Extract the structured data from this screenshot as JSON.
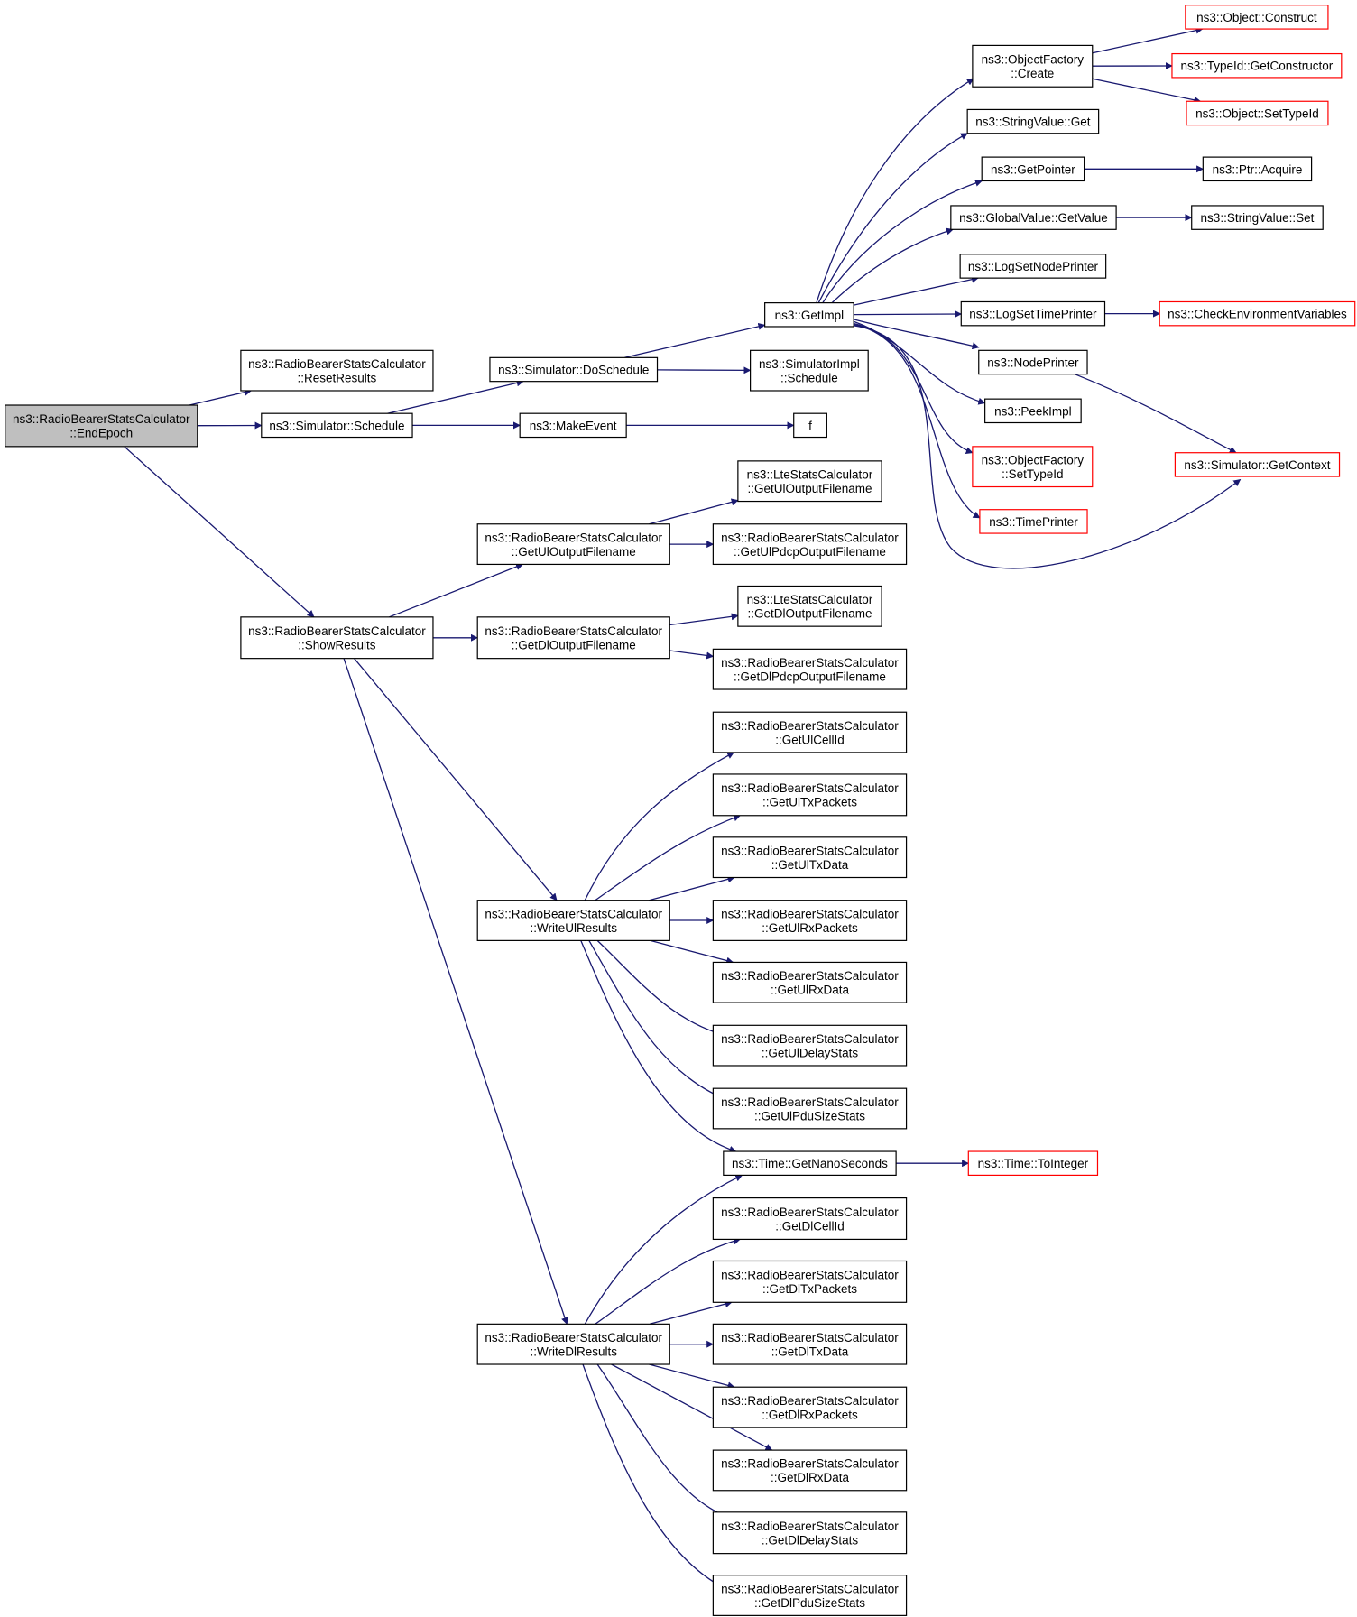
{
  "colors": {
    "edge": "#191970",
    "root_fill": "#bfbfbf",
    "truncated_border": "#ff0000",
    "normal_border": "#000000"
  },
  "nodes": [
    {
      "id": "endEpoch",
      "lines": [
        "ns3::RadioBearerStatsCalculator",
        "::EndEpoch"
      ],
      "kind": "root"
    },
    {
      "id": "resetResults",
      "lines": [
        "ns3::RadioBearerStatsCalculator",
        "::ResetResults"
      ],
      "kind": "normal"
    },
    {
      "id": "schedule",
      "lines": [
        "ns3::Simulator::Schedule"
      ],
      "kind": "normal"
    },
    {
      "id": "showResults",
      "lines": [
        "ns3::RadioBearerStatsCalculator",
        "::ShowResults"
      ],
      "kind": "normal"
    },
    {
      "id": "doSchedule",
      "lines": [
        "ns3::Simulator::DoSchedule"
      ],
      "kind": "normal"
    },
    {
      "id": "makeEvent",
      "lines": [
        "ns3::MakeEvent"
      ],
      "kind": "normal"
    },
    {
      "id": "getImpl",
      "lines": [
        "ns3::GetImpl"
      ],
      "kind": "normal"
    },
    {
      "id": "simImplSchedule",
      "lines": [
        "ns3::SimulatorImpl",
        "::Schedule"
      ],
      "kind": "normal"
    },
    {
      "id": "f",
      "lines": [
        "f"
      ],
      "kind": "normal"
    },
    {
      "id": "ofCreate",
      "lines": [
        "ns3::ObjectFactory",
        "::Create"
      ],
      "kind": "normal"
    },
    {
      "id": "stringValueGet",
      "lines": [
        "ns3::StringValue::Get"
      ],
      "kind": "normal"
    },
    {
      "id": "getPointer",
      "lines": [
        "ns3::GetPointer"
      ],
      "kind": "normal"
    },
    {
      "id": "globalValueGetValue",
      "lines": [
        "ns3::GlobalValue::GetValue"
      ],
      "kind": "normal"
    },
    {
      "id": "logSetNodePrinter",
      "lines": [
        "ns3::LogSetNodePrinter"
      ],
      "kind": "normal"
    },
    {
      "id": "logSetTimePrinter",
      "lines": [
        "ns3::LogSetTimePrinter"
      ],
      "kind": "normal"
    },
    {
      "id": "nodePrinter",
      "lines": [
        "ns3::NodePrinter"
      ],
      "kind": "normal"
    },
    {
      "id": "peekImpl",
      "lines": [
        "ns3::PeekImpl"
      ],
      "kind": "normal"
    },
    {
      "id": "ofSetTypeId",
      "lines": [
        "ns3::ObjectFactory",
        "::SetTypeId"
      ],
      "kind": "truncated"
    },
    {
      "id": "timePrinter",
      "lines": [
        "ns3::TimePrinter"
      ],
      "kind": "truncated"
    },
    {
      "id": "objectConstruct",
      "lines": [
        "ns3::Object::Construct"
      ],
      "kind": "truncated"
    },
    {
      "id": "typeIdGetConstructor",
      "lines": [
        "ns3::TypeId::GetConstructor"
      ],
      "kind": "truncated"
    },
    {
      "id": "objectSetTypeId",
      "lines": [
        "ns3::Object::SetTypeId"
      ],
      "kind": "truncated"
    },
    {
      "id": "ptrAcquire",
      "lines": [
        "ns3::Ptr::Acquire"
      ],
      "kind": "normal"
    },
    {
      "id": "stringValueSet",
      "lines": [
        "ns3::StringValue::Set"
      ],
      "kind": "normal"
    },
    {
      "id": "checkEnvVars",
      "lines": [
        "ns3::CheckEnvironmentVariables"
      ],
      "kind": "truncated"
    },
    {
      "id": "simGetContext",
      "lines": [
        "ns3::Simulator::GetContext"
      ],
      "kind": "truncated"
    },
    {
      "id": "rbGetUlOutputFilename",
      "lines": [
        "ns3::RadioBearerStatsCalculator",
        "::GetUlOutputFilename"
      ],
      "kind": "normal"
    },
    {
      "id": "rbGetDlOutputFilename",
      "lines": [
        "ns3::RadioBearerStatsCalculator",
        "::GetDlOutputFilename"
      ],
      "kind": "normal"
    },
    {
      "id": "writeUlResults",
      "lines": [
        "ns3::RadioBearerStatsCalculator",
        "::WriteUlResults"
      ],
      "kind": "normal"
    },
    {
      "id": "writeDlResults",
      "lines": [
        "ns3::RadioBearerStatsCalculator",
        "::WriteDlResults"
      ],
      "kind": "normal"
    },
    {
      "id": "lteGetUlOutputFilename",
      "lines": [
        "ns3::LteStatsCalculator",
        "::GetUlOutputFilename"
      ],
      "kind": "normal"
    },
    {
      "id": "rbGetUlPdcpOutputFilename",
      "lines": [
        "ns3::RadioBearerStatsCalculator",
        "::GetUlPdcpOutputFilename"
      ],
      "kind": "normal"
    },
    {
      "id": "lteGetDlOutputFilename",
      "lines": [
        "ns3::LteStatsCalculator",
        "::GetDlOutputFilename"
      ],
      "kind": "normal"
    },
    {
      "id": "rbGetDlPdcpOutputFilename",
      "lines": [
        "ns3::RadioBearerStatsCalculator",
        "::GetDlPdcpOutputFilename"
      ],
      "kind": "normal"
    },
    {
      "id": "getUlCellId",
      "lines": [
        "ns3::RadioBearerStatsCalculator",
        "::GetUlCellId"
      ],
      "kind": "normal"
    },
    {
      "id": "getUlTxPackets",
      "lines": [
        "ns3::RadioBearerStatsCalculator",
        "::GetUlTxPackets"
      ],
      "kind": "normal"
    },
    {
      "id": "getUlTxData",
      "lines": [
        "ns3::RadioBearerStatsCalculator",
        "::GetUlTxData"
      ],
      "kind": "normal"
    },
    {
      "id": "getUlRxPackets",
      "lines": [
        "ns3::RadioBearerStatsCalculator",
        "::GetUlRxPackets"
      ],
      "kind": "normal"
    },
    {
      "id": "getUlRxData",
      "lines": [
        "ns3::RadioBearerStatsCalculator",
        "::GetUlRxData"
      ],
      "kind": "normal"
    },
    {
      "id": "getUlDelayStats",
      "lines": [
        "ns3::RadioBearerStatsCalculator",
        "::GetUlDelayStats"
      ],
      "kind": "normal"
    },
    {
      "id": "getUlPduSizeStats",
      "lines": [
        "ns3::RadioBearerStatsCalculator",
        "::GetUlPduSizeStats"
      ],
      "kind": "normal"
    },
    {
      "id": "timeGetNanoSeconds",
      "lines": [
        "ns3::Time::GetNanoSeconds"
      ],
      "kind": "normal"
    },
    {
      "id": "timeToInteger",
      "lines": [
        "ns3::Time::ToInteger"
      ],
      "kind": "truncated"
    },
    {
      "id": "getDlCellId",
      "lines": [
        "ns3::RadioBearerStatsCalculator",
        "::GetDlCellId"
      ],
      "kind": "normal"
    },
    {
      "id": "getDlTxPackets",
      "lines": [
        "ns3::RadioBearerStatsCalculator",
        "::GetDlTxPackets"
      ],
      "kind": "normal"
    },
    {
      "id": "getDlTxData",
      "lines": [
        "ns3::RadioBearerStatsCalculator",
        "::GetDlTxData"
      ],
      "kind": "normal"
    },
    {
      "id": "getDlRxPackets",
      "lines": [
        "ns3::RadioBearerStatsCalculator",
        "::GetDlRxPackets"
      ],
      "kind": "normal"
    },
    {
      "id": "getDlRxData",
      "lines": [
        "ns3::RadioBearerStatsCalculator",
        "::GetDlRxData"
      ],
      "kind": "normal"
    },
    {
      "id": "getDlDelayStats",
      "lines": [
        "ns3::RadioBearerStatsCalculator",
        "::GetDlDelayStats"
      ],
      "kind": "normal"
    },
    {
      "id": "getDlPduSizeStats",
      "lines": [
        "ns3::RadioBearerStatsCalculator",
        "::GetDlPduSizeStats"
      ],
      "kind": "normal"
    }
  ],
  "edges": [
    [
      "endEpoch",
      "resetResults"
    ],
    [
      "endEpoch",
      "schedule"
    ],
    [
      "endEpoch",
      "showResults"
    ],
    [
      "schedule",
      "doSchedule"
    ],
    [
      "schedule",
      "makeEvent"
    ],
    [
      "doSchedule",
      "getImpl"
    ],
    [
      "doSchedule",
      "simImplSchedule"
    ],
    [
      "makeEvent",
      "f"
    ],
    [
      "getImpl",
      "ofCreate"
    ],
    [
      "getImpl",
      "stringValueGet"
    ],
    [
      "getImpl",
      "getPointer"
    ],
    [
      "getImpl",
      "globalValueGetValue"
    ],
    [
      "getImpl",
      "logSetNodePrinter"
    ],
    [
      "getImpl",
      "logSetTimePrinter"
    ],
    [
      "getImpl",
      "nodePrinter"
    ],
    [
      "getImpl",
      "peekImpl"
    ],
    [
      "getImpl",
      "ofSetTypeId"
    ],
    [
      "getImpl",
      "timePrinter"
    ],
    [
      "getImpl",
      "simGetContext"
    ],
    [
      "ofCreate",
      "objectConstruct"
    ],
    [
      "ofCreate",
      "typeIdGetConstructor"
    ],
    [
      "ofCreate",
      "objectSetTypeId"
    ],
    [
      "getPointer",
      "ptrAcquire"
    ],
    [
      "globalValueGetValue",
      "stringValueSet"
    ],
    [
      "logSetTimePrinter",
      "checkEnvVars"
    ],
    [
      "nodePrinter",
      "simGetContext"
    ],
    [
      "showResults",
      "rbGetUlOutputFilename"
    ],
    [
      "showResults",
      "rbGetDlOutputFilename"
    ],
    [
      "showResults",
      "writeUlResults"
    ],
    [
      "showResults",
      "writeDlResults"
    ],
    [
      "rbGetUlOutputFilename",
      "lteGetUlOutputFilename"
    ],
    [
      "rbGetUlOutputFilename",
      "rbGetUlPdcpOutputFilename"
    ],
    [
      "rbGetDlOutputFilename",
      "lteGetDlOutputFilename"
    ],
    [
      "rbGetDlOutputFilename",
      "rbGetDlPdcpOutputFilename"
    ],
    [
      "writeUlResults",
      "getUlCellId"
    ],
    [
      "writeUlResults",
      "getUlTxPackets"
    ],
    [
      "writeUlResults",
      "getUlTxData"
    ],
    [
      "writeUlResults",
      "getUlRxPackets"
    ],
    [
      "writeUlResults",
      "getUlRxData"
    ],
    [
      "writeUlResults",
      "getUlDelayStats"
    ],
    [
      "writeUlResults",
      "getUlPduSizeStats"
    ],
    [
      "writeUlResults",
      "timeGetNanoSeconds"
    ],
    [
      "timeGetNanoSeconds",
      "timeToInteger"
    ],
    [
      "writeDlResults",
      "timeGetNanoSeconds"
    ],
    [
      "writeDlResults",
      "getDlCellId"
    ],
    [
      "writeDlResults",
      "getDlTxPackets"
    ],
    [
      "writeDlResults",
      "getDlTxData"
    ],
    [
      "writeDlResults",
      "getDlRxPackets"
    ],
    [
      "writeDlResults",
      "getDlRxData"
    ],
    [
      "writeDlResults",
      "getDlDelayStats"
    ],
    [
      "writeDlResults",
      "getDlPduSizeStats"
    ]
  ]
}
